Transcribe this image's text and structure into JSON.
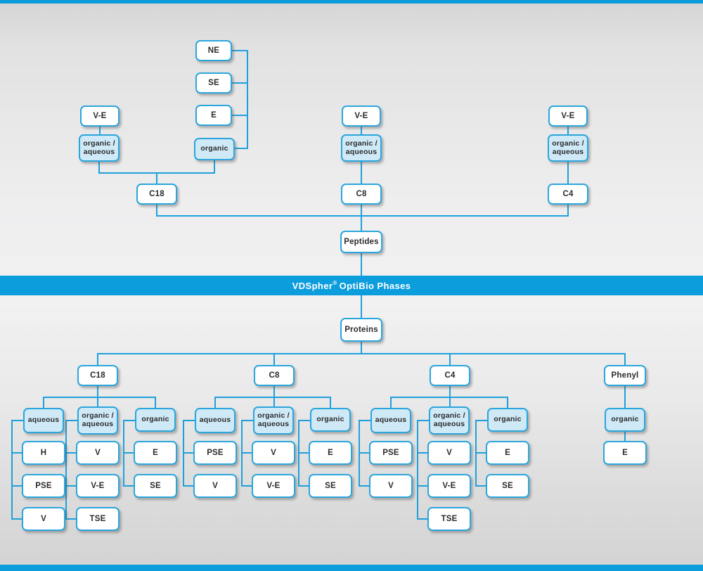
{
  "banner": {
    "brand": "VDSpher",
    "reg": "®",
    "product": "OptiBio Phases"
  },
  "colors": {
    "accent_blue": "#0c9ddd",
    "box_border_blue": "#2ba6dc",
    "mode_fill_blue": "#cfe9f7",
    "background_gray": "#e9e9ea"
  },
  "peptides_tree": {
    "root": "Peptides",
    "branches": [
      {
        "column": "C18",
        "modes": [
          {
            "mode": "organic /\naqueous",
            "grades": [
              "V-E"
            ]
          },
          {
            "mode": "organic",
            "grades": [
              "NE",
              "SE",
              "E"
            ]
          }
        ]
      },
      {
        "column": "C8",
        "modes": [
          {
            "mode": "organic /\naqueous",
            "grades": [
              "V-E"
            ]
          }
        ]
      },
      {
        "column": "C4",
        "modes": [
          {
            "mode": "organic /\naqueous",
            "grades": [
              "V-E"
            ]
          }
        ]
      }
    ]
  },
  "proteins_tree": {
    "root": "Proteins",
    "branches": [
      {
        "column": "C18",
        "modes": [
          {
            "mode": "aqueous",
            "grades": [
              "H",
              "PSE",
              "V"
            ]
          },
          {
            "mode": "organic /\naqueous",
            "grades": [
              "V",
              "V-E",
              "TSE"
            ]
          },
          {
            "mode": "organic",
            "grades": [
              "E",
              "SE"
            ]
          }
        ]
      },
      {
        "column": "C8",
        "modes": [
          {
            "mode": "aqueous",
            "grades": [
              "PSE",
              "V"
            ]
          },
          {
            "mode": "organic /\naqueous",
            "grades": [
              "V",
              "V-E"
            ]
          },
          {
            "mode": "organic",
            "grades": [
              "E",
              "SE"
            ]
          }
        ]
      },
      {
        "column": "C4",
        "modes": [
          {
            "mode": "aqueous",
            "grades": [
              "PSE",
              "V"
            ]
          },
          {
            "mode": "organic /\naqueous",
            "grades": [
              "V",
              "V-E",
              "TSE"
            ]
          },
          {
            "mode": "organic",
            "grades": [
              "E",
              "SE"
            ]
          }
        ]
      },
      {
        "column": "Phenyl",
        "modes": [
          {
            "mode": "organic",
            "grades": [
              "E"
            ]
          }
        ]
      }
    ]
  }
}
